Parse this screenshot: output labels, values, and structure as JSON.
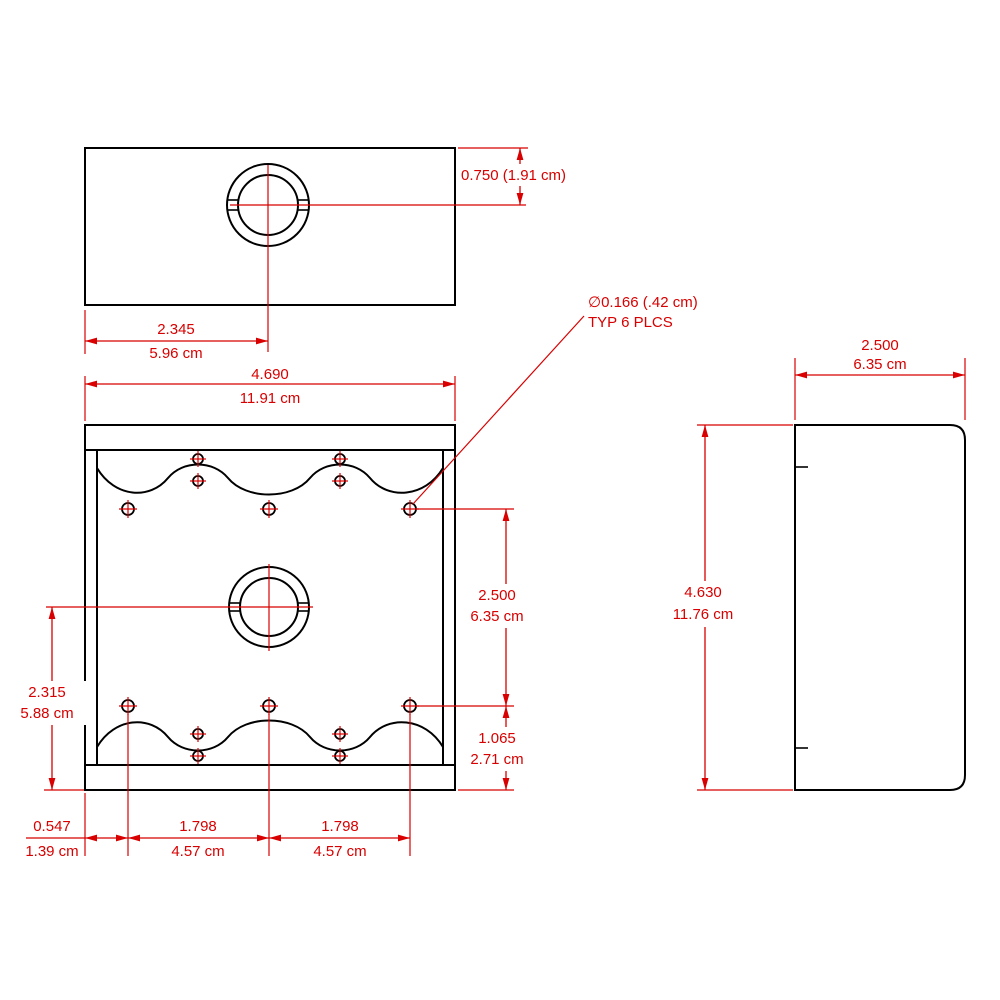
{
  "colors": {
    "background": "#ffffff",
    "geometry_line": "#000000",
    "dimension_line": "#d80000"
  },
  "top_view": {
    "dim_depth_to_center": {
      "label": "0.750 (1.91 cm)"
    },
    "dim_center_offset": {
      "inches": "2.345",
      "metric": "5.96 cm"
    }
  },
  "front_view": {
    "dim_overall_width": {
      "inches": "4.690",
      "metric": "11.91 cm"
    },
    "dim_hole_row_span": {
      "inches": "2.500",
      "metric": "6.35 cm"
    },
    "dim_hole_row_to_bottom": {
      "inches": "1.065",
      "metric": "2.71 cm"
    },
    "dim_center_to_bottom": {
      "inches": "2.315",
      "metric": "5.88 cm"
    },
    "dim_edge_to_first_hole": {
      "inches": "0.547",
      "metric": "1.39 cm"
    },
    "dim_hole_pitch_left": {
      "inches": "1.798",
      "metric": "4.57 cm"
    },
    "dim_hole_pitch_right": {
      "inches": "1.798",
      "metric": "4.57 cm"
    }
  },
  "hole_callout": {
    "line1": "∅0.166 (.42 cm)",
    "line2": "TYP 6 PLCS"
  },
  "side_view": {
    "dim_overall_depth": {
      "inches": "2.500",
      "metric": "6.35 cm"
    },
    "dim_overall_height": {
      "inches": "4.630",
      "metric": "11.76 cm"
    }
  }
}
